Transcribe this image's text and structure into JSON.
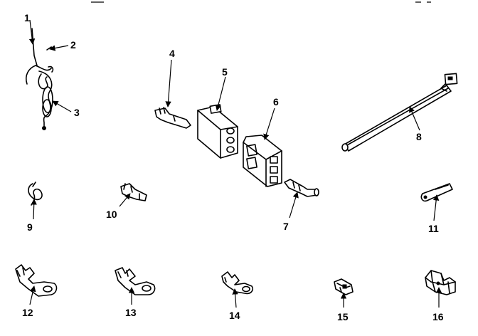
{
  "callouts": {
    "c1": "1",
    "c2": "2",
    "c3": "3",
    "c4": "4",
    "c5": "5",
    "c6": "6",
    "c7": "7",
    "c8": "8",
    "c9": "9",
    "c10": "10",
    "c11": "11",
    "c12": "12",
    "c13": "13",
    "c14": "14",
    "c15": "15",
    "c16": "16"
  },
  "colors": {
    "ink": "#000000",
    "paper": "#ffffff"
  }
}
